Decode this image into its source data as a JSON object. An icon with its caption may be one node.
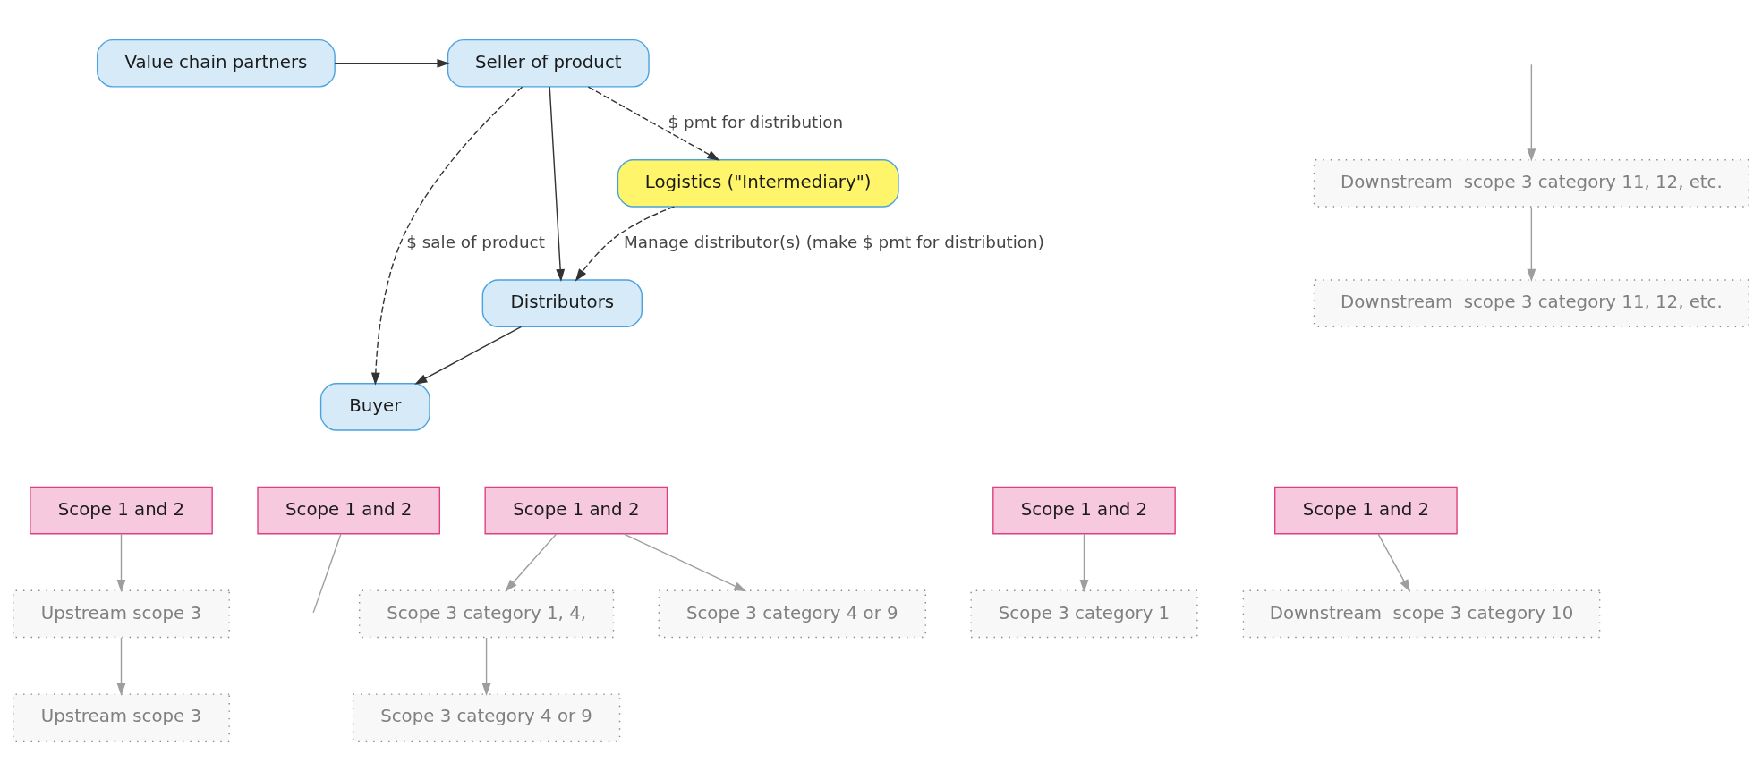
{
  "diagram": {
    "nodes": [
      {
        "text": [
          "Value chain partners"
        ]
      },
      {
        "text": [
          "Seller of product"
        ]
      },
      {
        "text": [
          "Buyer"
        ]
      },
      {
        "text": [
          "Distributors"
        ]
      },
      {
        "text": [
          "Logistics (\"Intermediary\")"
        ]
      },
      {
        "text": [
          "Scope 1 and 2"
        ]
      },
      {
        "text": [
          "Scope 1 and 2"
        ]
      },
      {
        "text": [
          "Scope 1 and 2"
        ]
      },
      {
        "text": [
          "Scope 1 and 2"
        ]
      },
      {
        "text": [
          "Scope 1 and 2"
        ]
      },
      {
        "text": [
          "Scope 3 category 1"
        ]
      },
      {
        "text": [
          "Scope 3 category 4 or 9"
        ]
      },
      {
        "text": [
          "Scope 3 category 1, 4,"
        ]
      },
      {
        "text": [
          "Scope 3 category 4 or 9"
        ]
      },
      {
        "text": [
          "Upstream scope 3"
        ]
      },
      {
        "text": [
          "Upstream scope 3"
        ]
      },
      {
        "text": [
          "Downstream  scope 3 category 10"
        ]
      },
      {
        "text": [
          "Downstream  scope 3 category 11, 12, etc."
        ]
      },
      {
        "text": [
          "Downstream  scope 3 category 11, 12, etc."
        ]
      }
    ],
    "edges": [
      {
        "from": 0,
        "to": 1,
        "arrow": "to",
        "color": "#333333"
      },
      {
        "from": 1,
        "to": 2,
        "arrow": "to",
        "label": "$ sale of product",
        "style": "dashed",
        "color": "#333333"
      },
      {
        "from": 1,
        "to": 3,
        "arrow": "to",
        "color": "#333333"
      },
      {
        "from": 3,
        "to": 2,
        "arrow": "to",
        "color": "#333333"
      },
      {
        "from": 1,
        "to": 4,
        "arrow": "to",
        "label": "$ pmt for distribution",
        "style": "dashed",
        "color": "#333333"
      },
      {
        "from": 4,
        "to": 3,
        "arrow": "to",
        "label": "Manage distributor(s) (make $ pmt for distribution)",
        "style": "dashed",
        "color": "#333333"
      },
      {
        "from": 7,
        "to": 10,
        "arrow": "to"
      },
      {
        "from": 8,
        "to": 12,
        "arrow": "to"
      },
      {
        "from": 8,
        "to": 13,
        "arrow": "to"
      },
      {
        "from": 12,
        "to": 11,
        "arrow": "to"
      },
      {
        "from": 5,
        "to": 14,
        "arrow": "to"
      },
      {
        "from": 14,
        "to": 15,
        "arrow": "to"
      },
      {
        "from": 6,
        "to": 16,
        "arrow": "to"
      },
      {
        "from": 18,
        "to": 17,
        "arrow": "to"
      },
      {
        "from": null,
        "to": 18,
        "arrow": "to"
      },
      {
        "from": 9,
        "to": null,
        "arrow": "none"
      }
    ]
  }
}
